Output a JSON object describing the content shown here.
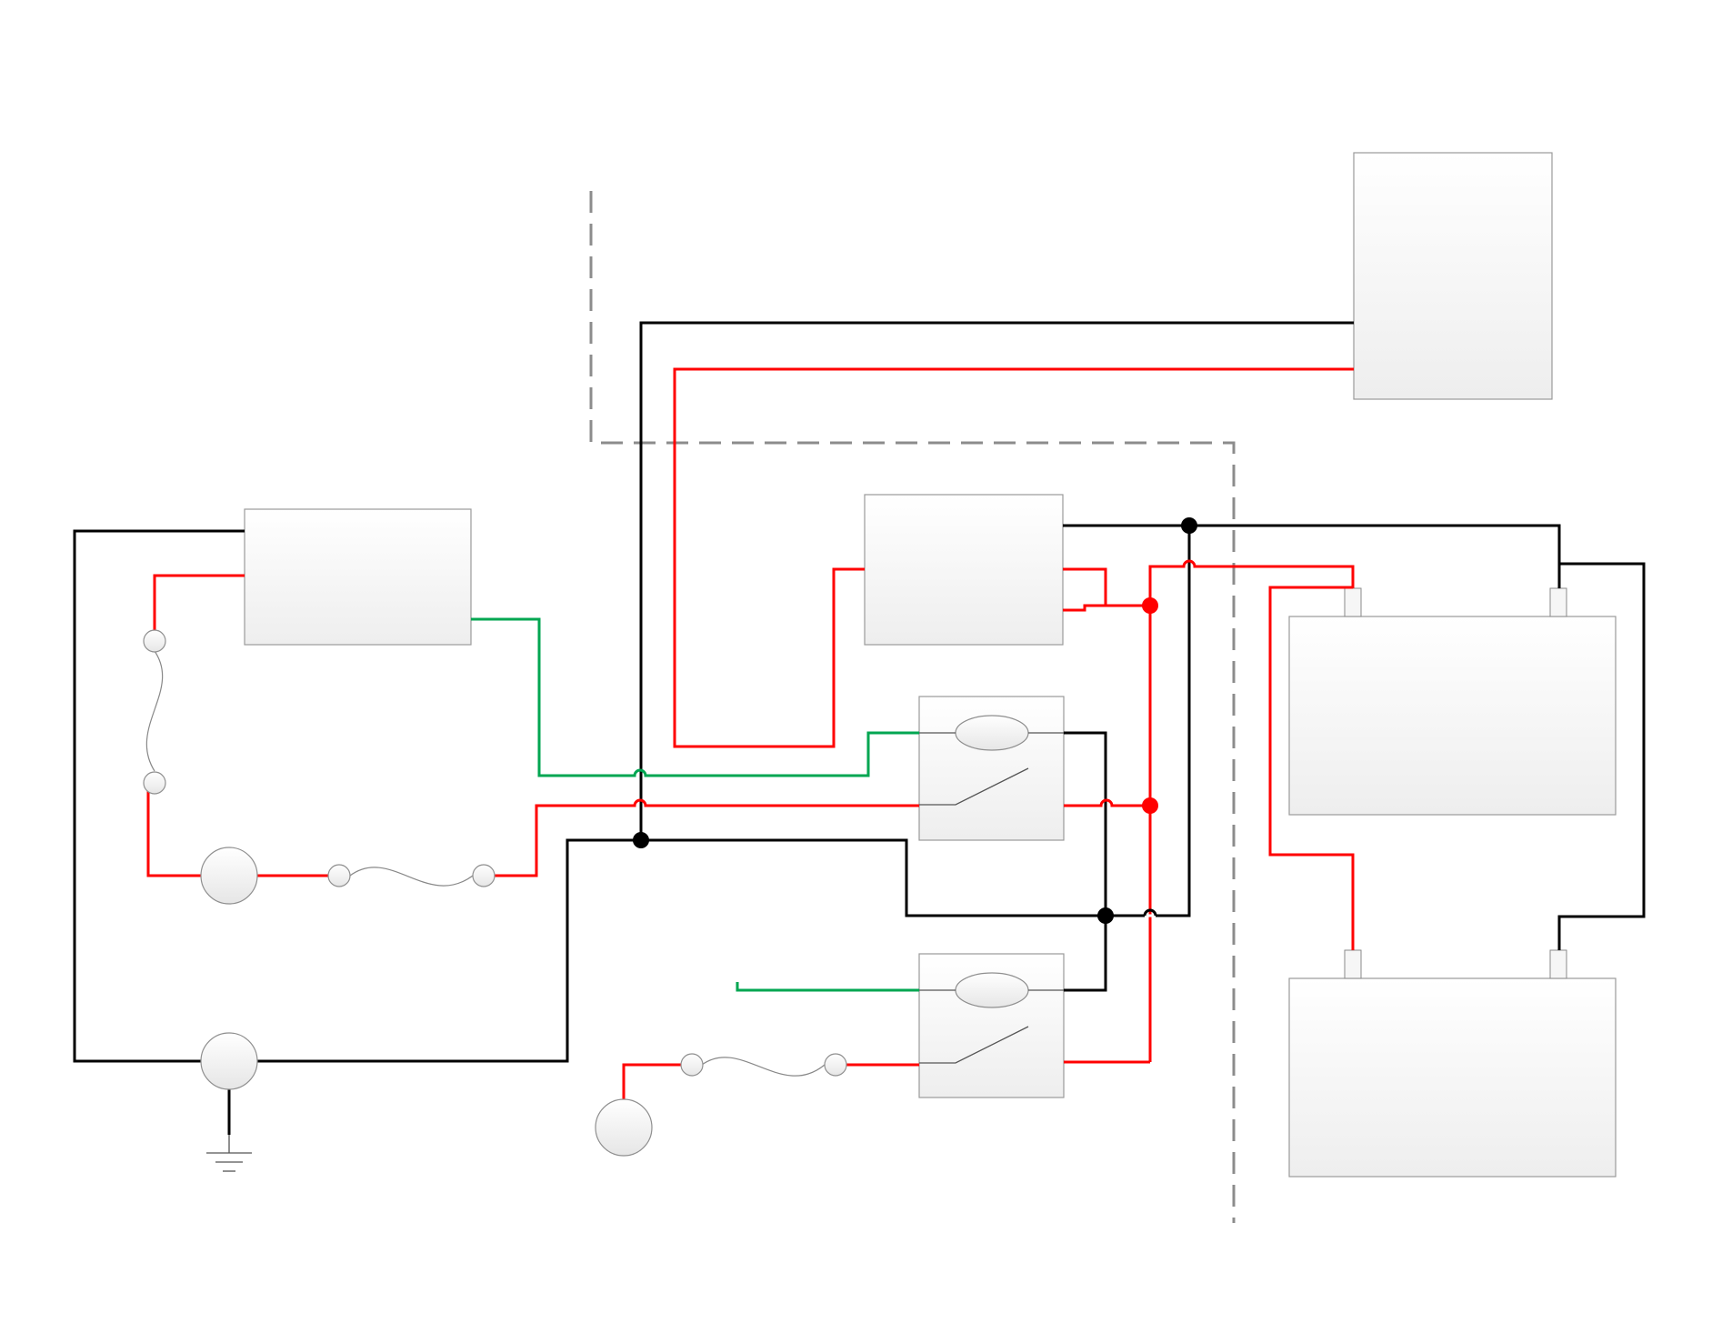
{
  "colors": {
    "black_wire": "#000000",
    "red_wire": "#ff0000",
    "green_wire": "#00a651",
    "boundary_dash": "#8c8c8c",
    "component_fill_top": "#ffffff",
    "component_fill_bottom": "#eeeeee",
    "junction_black": "#000000",
    "junction_red": "#ff0000"
  },
  "components": [
    {
      "id": "top-right-box",
      "kind": "box"
    },
    {
      "id": "left-box",
      "kind": "box"
    },
    {
      "id": "center-box",
      "kind": "box"
    },
    {
      "id": "relay-upper",
      "kind": "relay"
    },
    {
      "id": "relay-lower",
      "kind": "relay"
    },
    {
      "id": "battery-upper",
      "kind": "battery"
    },
    {
      "id": "battery-lower",
      "kind": "battery"
    },
    {
      "id": "ground",
      "kind": "ground-symbol"
    }
  ],
  "icons": [
    "fuse-icon",
    "lamp-icon",
    "relay-coil-icon",
    "switch-contact-icon",
    "ground-icon",
    "battery-terminal-icon",
    "junction-dot-icon"
  ]
}
